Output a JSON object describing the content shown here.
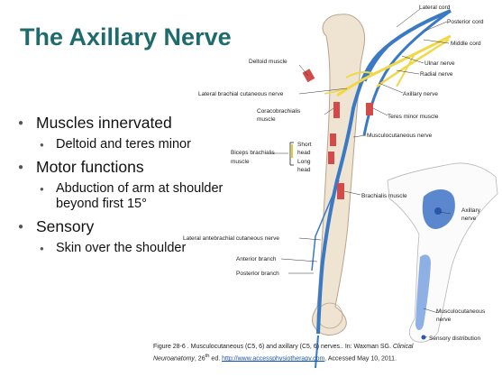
{
  "slide": {
    "title": "The Axillary Nerve",
    "bullets": [
      {
        "text": "Muscles innervated",
        "sub": [
          "Deltoid and teres minor"
        ]
      },
      {
        "text": "Motor functions",
        "sub": [
          "Abduction of arm at shoulder beyond first 15°"
        ]
      },
      {
        "text": "Sensory",
        "sub": [
          "Skin over the shoulder"
        ]
      }
    ]
  },
  "figure": {
    "labels": {
      "lateral_cord": "Lateral cord",
      "posterior_cord": "Posterior cord",
      "middle_cord": "Middle cord",
      "ulnar_nerve": "Ulnar nerve",
      "deltoid_muscle": "Deltoid  muscle",
      "radial_nerve": "Radial nerve",
      "axillary_nerve": "Axillary nerve",
      "lateral_brachial": "Lateral brachial cutaneous nerve",
      "coracobrachialis": "Coracobrachialis",
      "coracobrachialis_2": "muscle",
      "teres_minor": "Teres  minor muscle",
      "musculocutaneous": "Musculocutaneous  nerve",
      "biceps": "Biceps brachialis",
      "biceps_2": "muscle",
      "short_head": "Short",
      "short_head_2": "head",
      "long_head": "Long",
      "long_head_2": "head",
      "brachialis": "Brachialis muscle",
      "axillary_nerve_2a": "Axillary",
      "axillary_nerve_2b": "nerve",
      "lateral_antebrachial": "Lateral antebrachial cutaneous nerve",
      "anterior_branch": "Anterior branch",
      "posterior_branch": "Posterior branch",
      "musculocutaneous_2a": "Musculocutaneous",
      "musculocutaneous_2b": "nerve",
      "sensory_distribution": "Sensory distribution"
    },
    "caption": {
      "line1_pre": "Figure 28-6 . Musculocutaneous (C5, 6) and axillary  (C5, 6) nerves.. In: Waxman SG. ",
      "line1_italic": "Clinical",
      "line2_italic": "Neuroanatomy",
      "line2_mid": ", 26",
      "line2_sup": "th",
      "line2_mid2": " ed. ",
      "url": "http://www.accessphysiotherapy.com",
      "line2_post": ". Accessed May 10, 2011."
    },
    "colors": {
      "nerve_blue": "#3a79c4",
      "nerve_yellow": "#f0d848",
      "muscle_red": "#d24b4b",
      "bone": "#efe3d2"
    }
  }
}
